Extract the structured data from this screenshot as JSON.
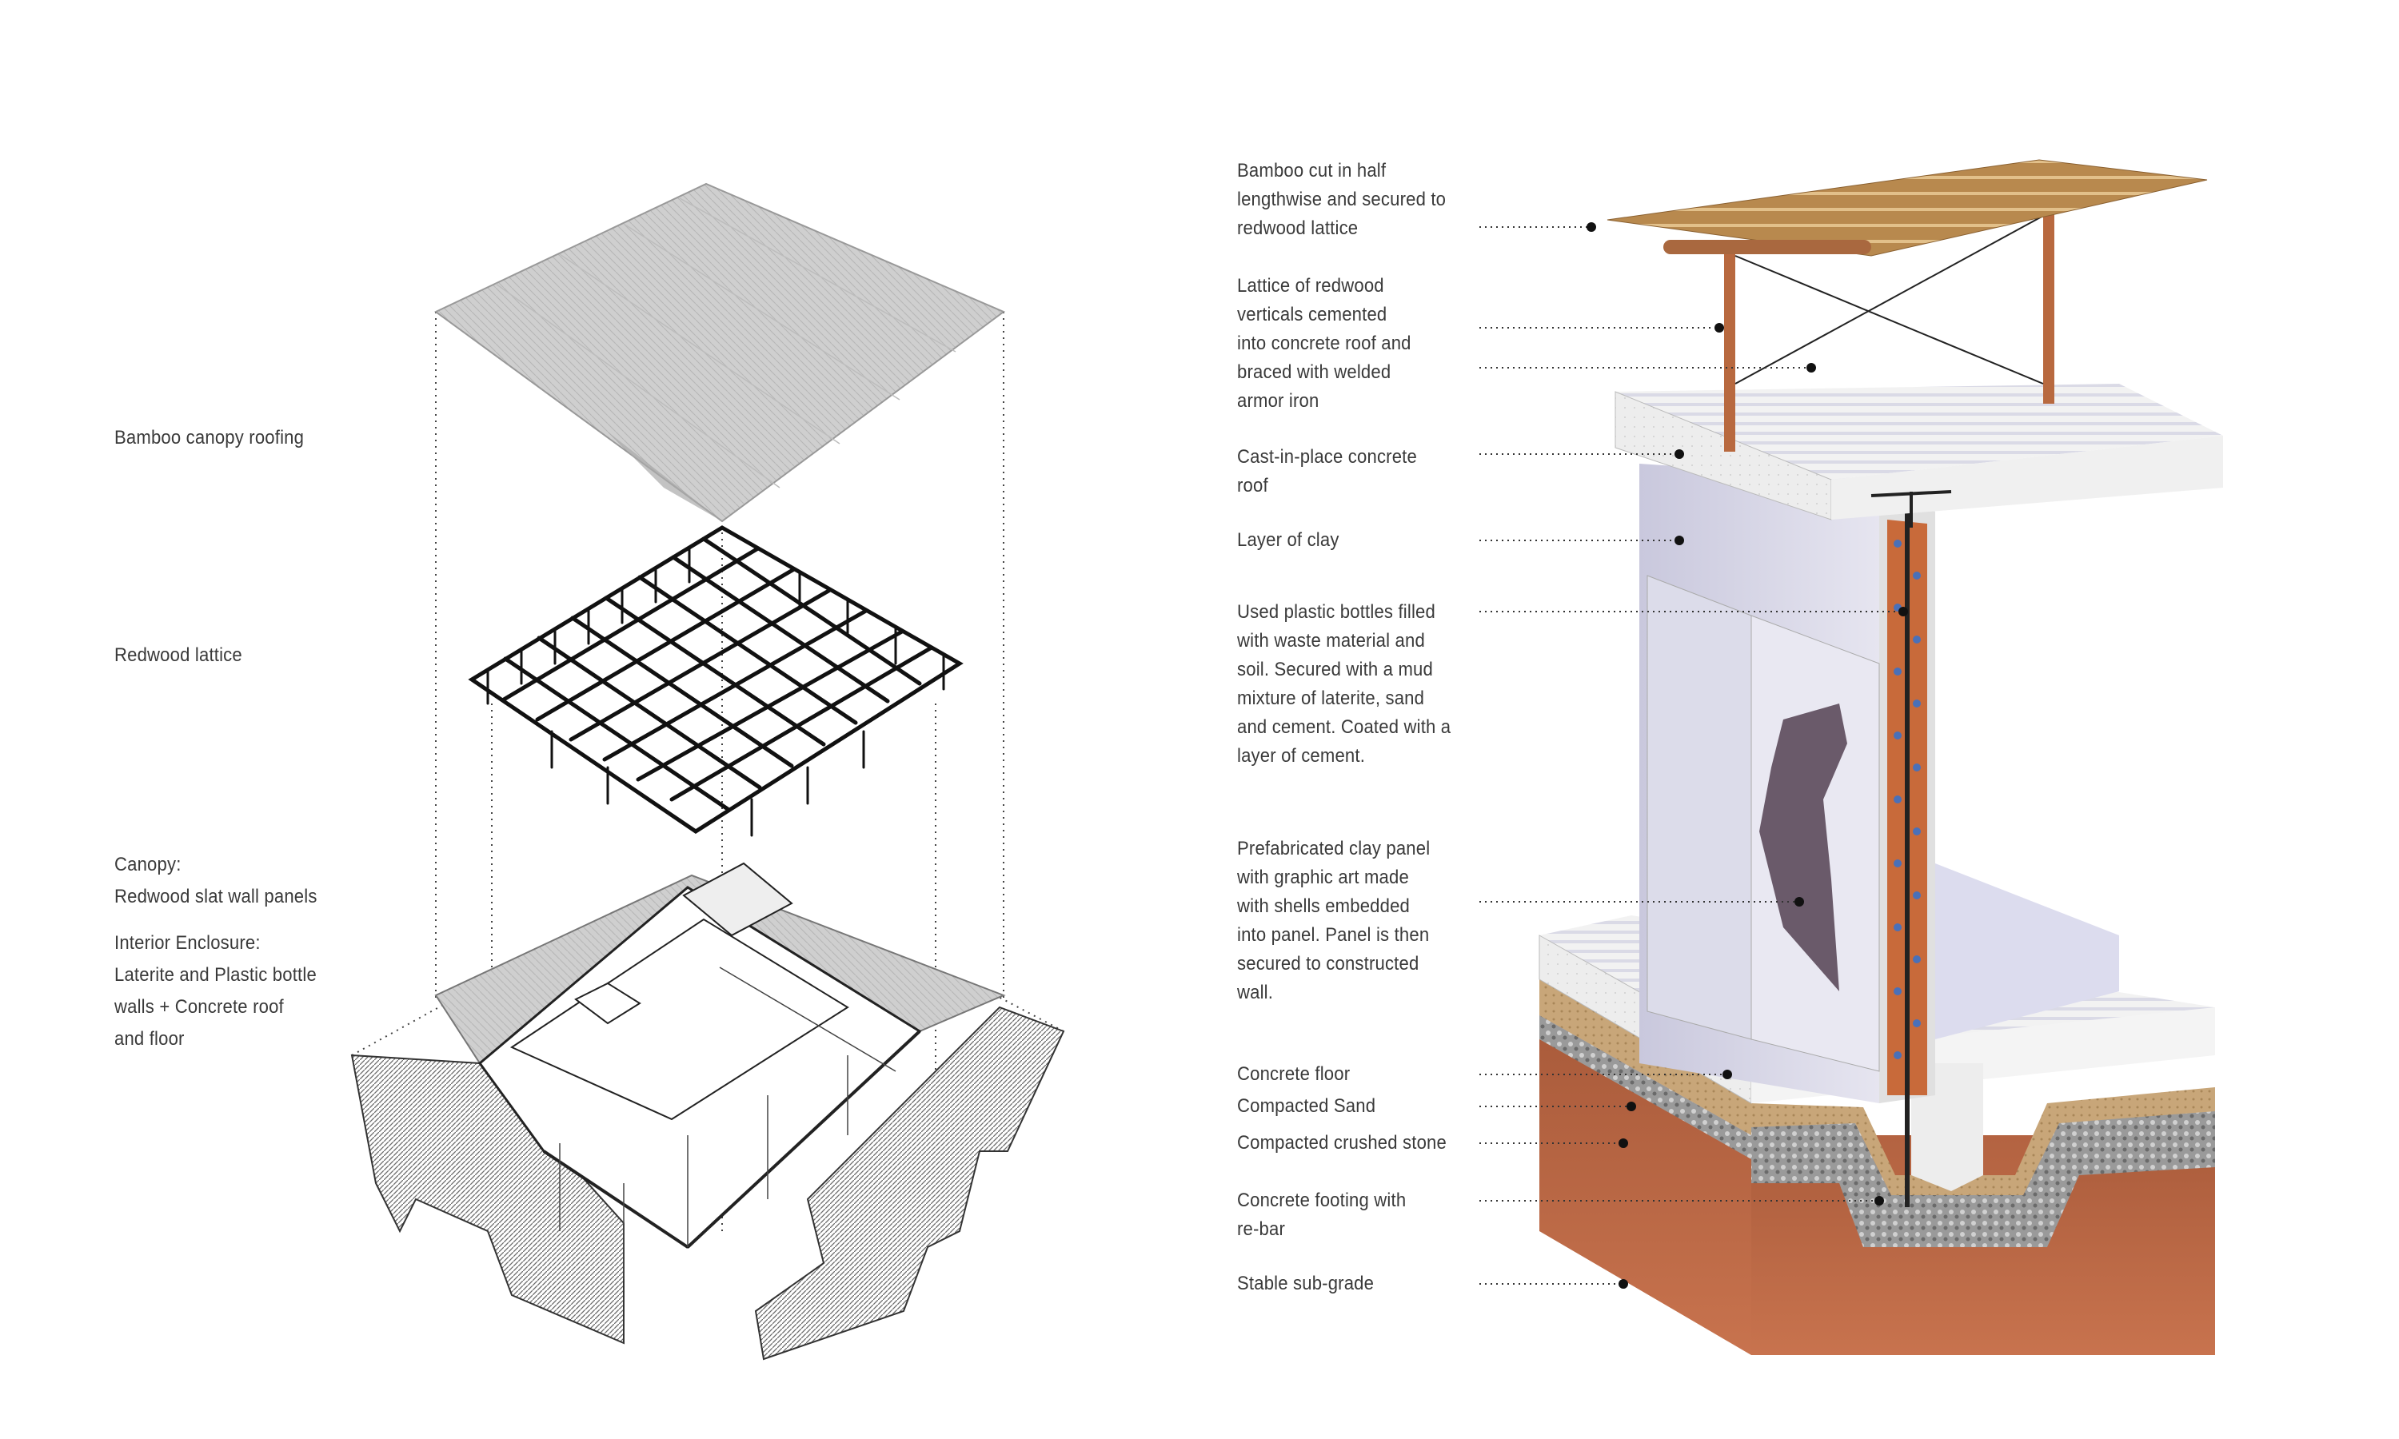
{
  "exploded_axonometric": {
    "labels": [
      {
        "id": "canopy_roofing",
        "text": "Bamboo canopy roofing"
      },
      {
        "id": "redwood_lattice",
        "text": "Redwood lattice"
      },
      {
        "id": "canopy_panels",
        "text": "Canopy:\nRedwood slat wall panels"
      },
      {
        "id": "interior_enclosure",
        "text": "Interior Enclosure:\nLaterite and Plastic bottle\nwalls + Concrete roof\nand floor"
      }
    ]
  },
  "wall_section": {
    "labels": [
      {
        "id": "bamboo",
        "text": "Bamboo cut in half\nlengthwise and secured to\nredwood lattice"
      },
      {
        "id": "lattice",
        "text": "Lattice of redwood\nverticals cemented\ninto concrete roof and\nbraced with welded\narmor iron"
      },
      {
        "id": "roof",
        "text": "Cast-in-place concrete\nroof"
      },
      {
        "id": "clay",
        "text": "Layer of clay"
      },
      {
        "id": "bottles",
        "text": "Used plastic bottles filled\nwith waste material and\nsoil. Secured with a mud\nmixture of laterite, sand\nand cement. Coated with a\nlayer of cement."
      },
      {
        "id": "panel",
        "text": "Prefabricated clay panel\nwith graphic art made\nwith shells embedded\ninto panel. Panel is then\nsecured to constructed\nwall."
      },
      {
        "id": "floor",
        "text": "Concrete floor"
      },
      {
        "id": "sand",
        "text": "Compacted Sand"
      },
      {
        "id": "stone",
        "text": "Compacted  crushed stone"
      },
      {
        "id": "footing",
        "text": "Concrete footing with\nre-bar"
      },
      {
        "id": "subgrade",
        "text": "Stable sub-grade"
      }
    ]
  }
}
